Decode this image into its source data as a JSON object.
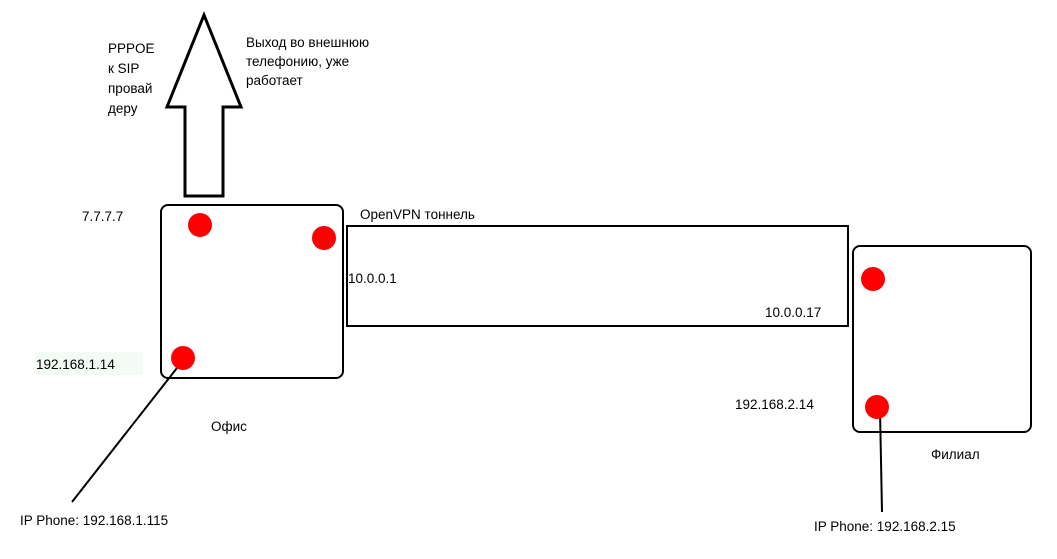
{
  "arrow_note_left": [
    "PPPOE",
    "к SIP",
    "провай",
    "деру"
  ],
  "arrow_note_right": [
    "Выход во внешнюю",
    "телефонию, уже",
    "работает"
  ],
  "office": {
    "label": "Офис",
    "wan_ip": "7.7.7.7",
    "lan_ip": "192.168.1.14",
    "phone": "IP Phone: 192.168.1.115"
  },
  "tunnel": {
    "label": "OpenVPN тоннель",
    "office_ip": "10.0.0.1",
    "branch_ip": "10.0.0.17"
  },
  "branch": {
    "label": "Филиал",
    "lan_ip": "192.168.2.14",
    "phone": "IP Phone: 192.168.2.15"
  },
  "colors": {
    "node": "#ff0000",
    "highlight": "#f3fbf5"
  }
}
